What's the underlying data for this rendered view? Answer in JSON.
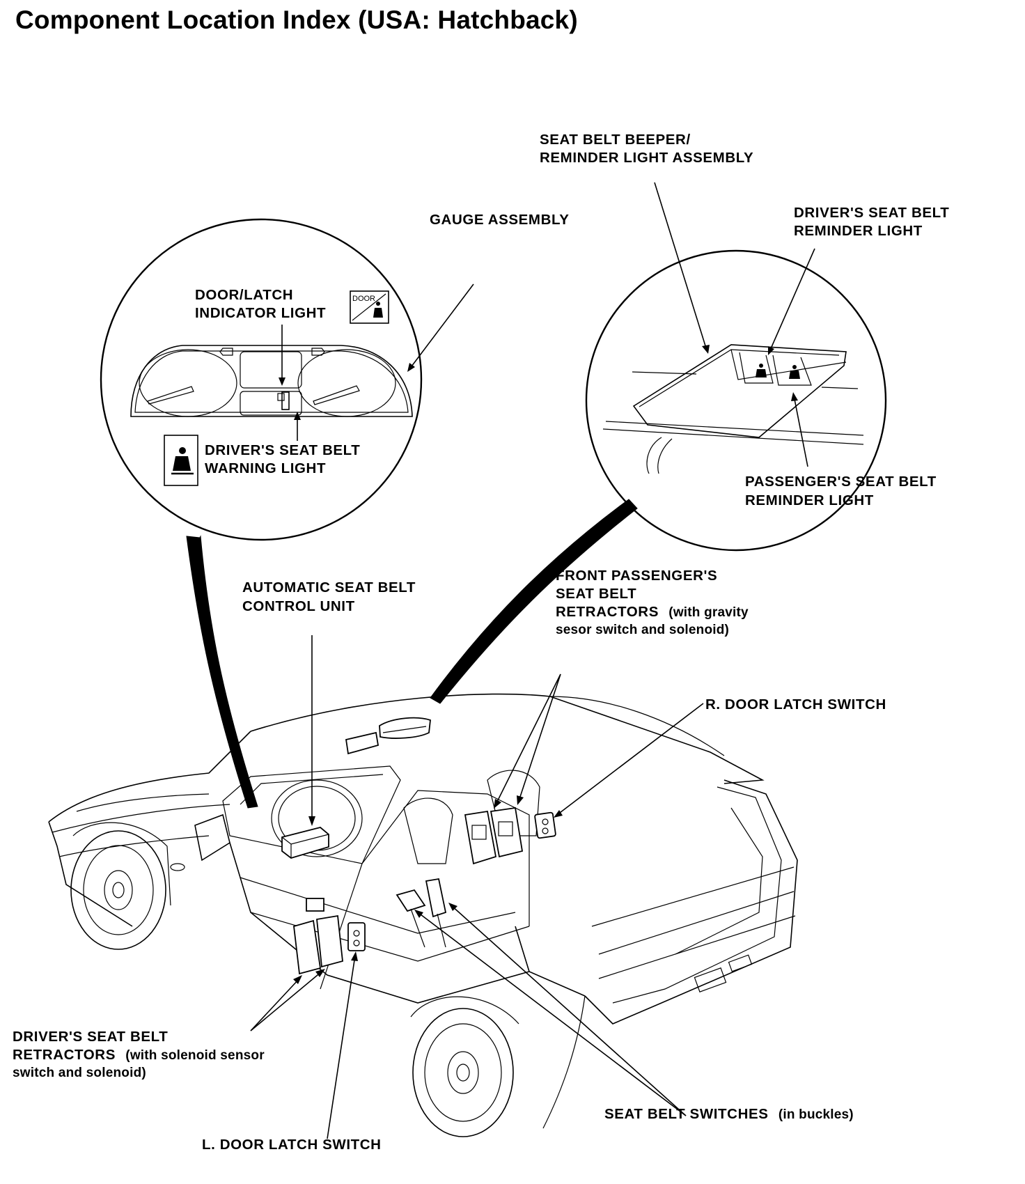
{
  "title": "Component Location Index (USA: Hatchback)",
  "labels": {
    "seat_belt_beeper": [
      "SEAT BELT BEEPER/",
      "REMINDER LIGHT ASSEMBLY"
    ],
    "gauge_assembly": "GAUGE ASSEMBLY",
    "drivers_reminder_light": [
      "DRIVER'S SEAT BELT",
      "REMINDER LIGHT"
    ],
    "door_latch_indicator": [
      "DOOR/LATCH",
      "INDICATOR LIGHT"
    ],
    "drivers_warning_light": [
      "DRIVER'S SEAT BELT",
      "WARNING LIGHT"
    ],
    "passengers_reminder_light": [
      "PASSENGER'S SEAT BELT",
      "REMINDER LIGHT"
    ],
    "automatic_control_unit": [
      "AUTOMATIC SEAT BELT",
      "CONTROL UNIT"
    ],
    "front_passengers_retractors": {
      "line1": "FRONT PASSENGER'S",
      "line2": "SEAT BELT",
      "line3": "RETRACTORS",
      "line3_note": "(with gravity",
      "line4_note": "sesor switch and solenoid)"
    },
    "r_door_latch_switch": "R. DOOR LATCH SWITCH",
    "drivers_retractors": {
      "line1": "DRIVER'S SEAT BELT",
      "line2": "RETRACTORS",
      "line2_note": "(with solenoid sensor",
      "line3_note": "switch and solenoid)"
    },
    "seat_belt_switches": "SEAT BELT SWITCHES",
    "seat_belt_switches_note": "(in buckles)",
    "l_door_latch_switch": "L. DOOR LATCH SWITCH"
  },
  "icons": {
    "door_icon_text": "DOOR",
    "door_icon": "door-seatbelt-icon",
    "seatbelt_icon": "seatbelt-person-icon"
  }
}
